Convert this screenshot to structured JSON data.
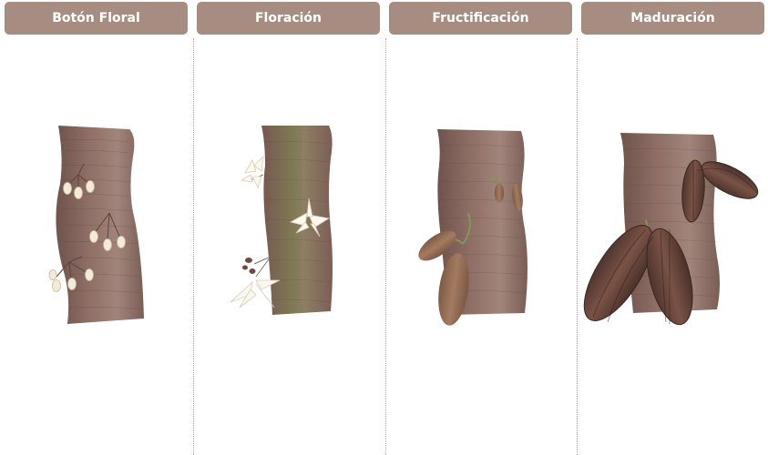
{
  "stages": [
    {
      "label": "Botón Floral",
      "icon": "flower-bud-icon"
    },
    {
      "label": "Floración",
      "icon": "blooming-flower-icon"
    },
    {
      "label": "Fructificación",
      "icon": "young-pod-icon"
    },
    {
      "label": "Maduración",
      "icon": "ripe-cacao-pod-icon"
    }
  ],
  "colors": {
    "tab_bg": "#a78d81",
    "tab_text": "#ffffff",
    "trunk": "#8c6b63",
    "trunk_dark": "#6e534c",
    "bud": "#f3ead8",
    "flower": "#fbf8f0",
    "young_pod": "#9a7057",
    "ripe_pod": "#6f4a3f",
    "divider": "#b8a39a"
  }
}
